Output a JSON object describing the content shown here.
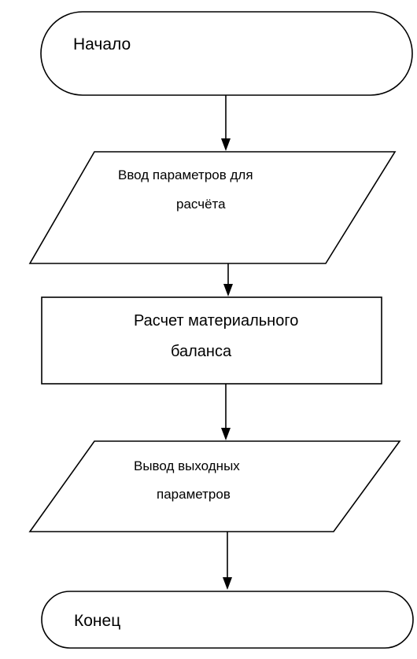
{
  "nodes": {
    "start": {
      "label": "Начало"
    },
    "input": {
      "line1": "Ввод параметров для",
      "line2": "расчёта"
    },
    "process": {
      "line1": "Расчет материального",
      "line2": "баланса"
    },
    "output": {
      "line1": "Вывод выходных",
      "line2": "параметров"
    },
    "end": {
      "label": "Конец"
    }
  }
}
